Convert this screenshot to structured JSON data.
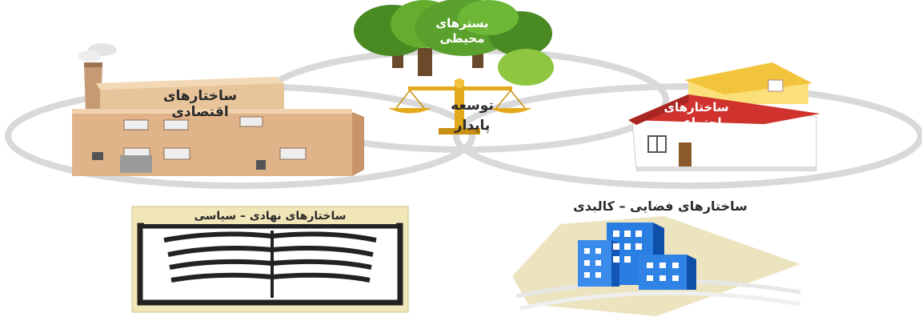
{
  "labels": {
    "environment_line1": "بسترهای",
    "environment_line2": "محیطی",
    "economic_line1": "ساختارهای",
    "economic_line2": "اقتصادی",
    "social_line1": "ساختارهای",
    "social_line2": "اجتماعی",
    "development_line1": "توسعه",
    "development_line2": "پایدار",
    "institutional": "ساختارهای نهادی – سیاسی",
    "physical": "ساختارهای فضایی – کالبدی"
  },
  "colors": {
    "ring": "#d9d9d9",
    "tree_green": "#5aa02c",
    "roof_red": "#d0322e",
    "building_blue": "#2a7de1",
    "factory_tan": "#e3b88b",
    "scale_gold": "#e2a91c",
    "book_frame": "#f1e6b8"
  },
  "icons": [
    "trees-icon",
    "factory-icon",
    "house-icon",
    "balance-scale-icon",
    "open-book-icon",
    "city-buildings-icon"
  ]
}
